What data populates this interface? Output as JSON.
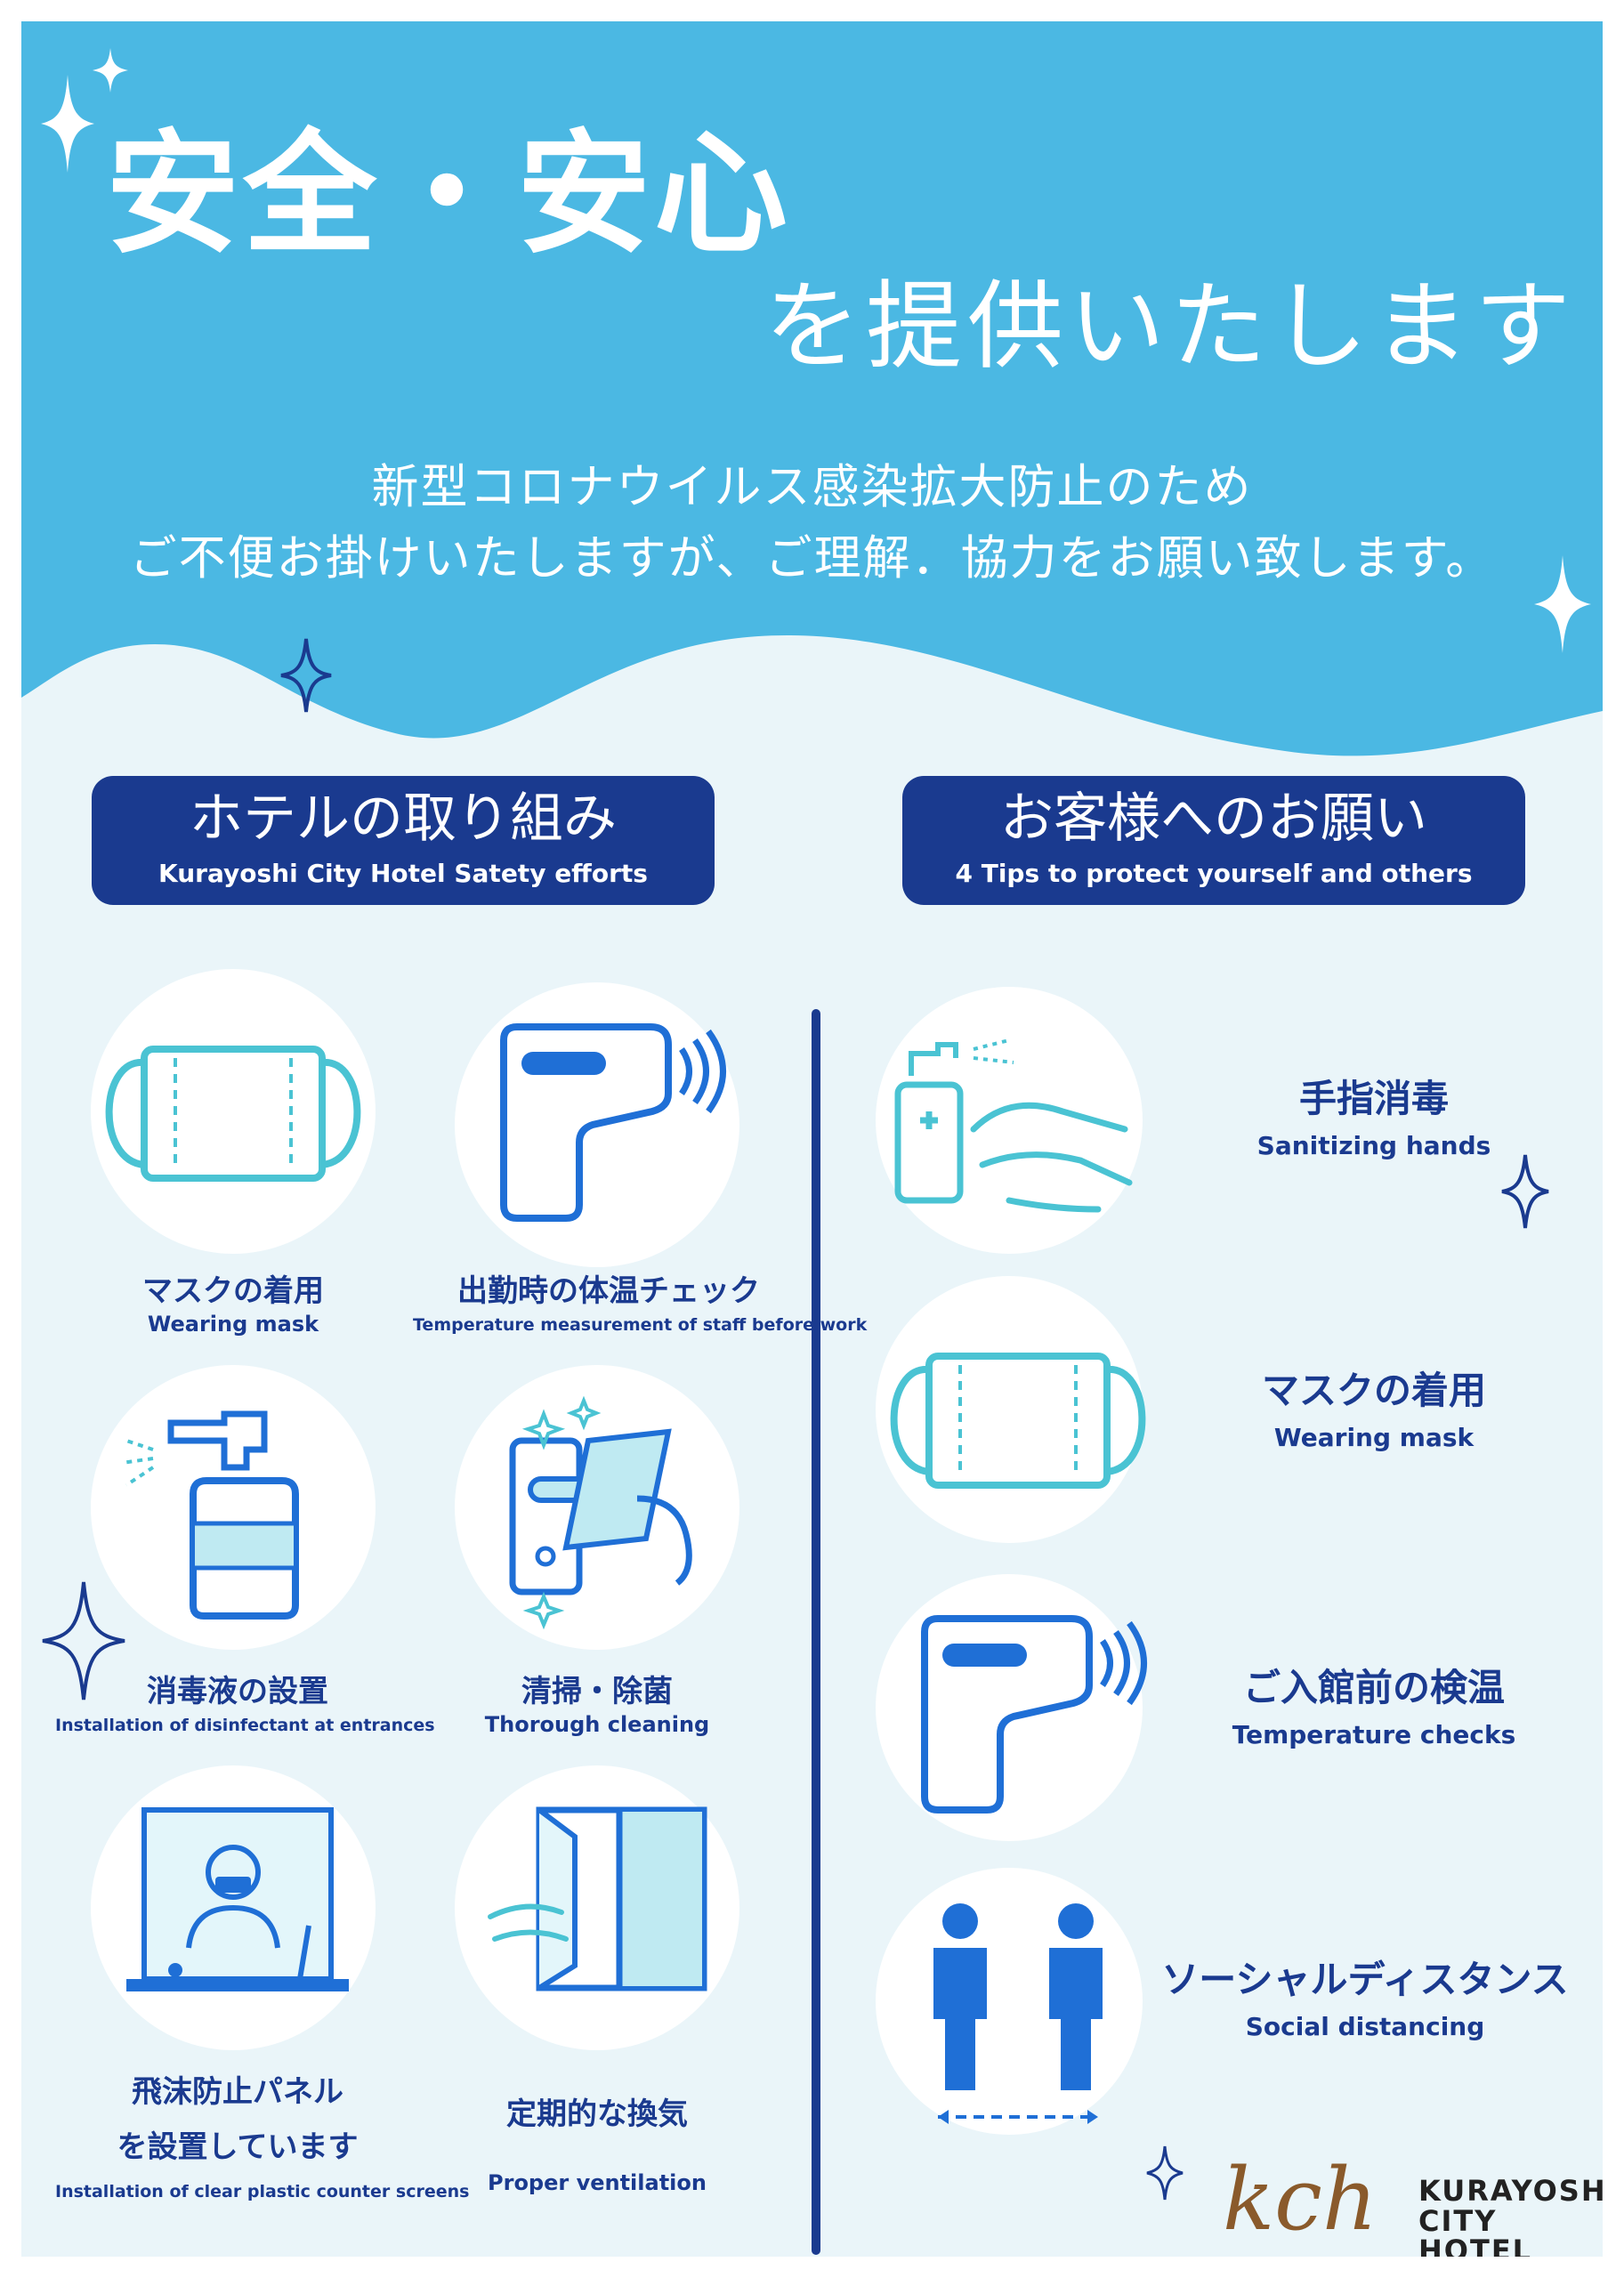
{
  "hero": {
    "title_line1": "安全・安心",
    "title_line2": "を提供いたします",
    "subtitle_line1": "新型コロナウイルス感染拡大防止のため",
    "subtitle_line2": "ご不便お掛けいたしますが、ご理解．協力をお願い致します。"
  },
  "left_section": {
    "title_jp": "ホテルの取り組み",
    "title_en": "Kurayoshi City Hotel Satety efforts",
    "items": [
      {
        "jp": "マスクの着用",
        "en": "Wearing mask",
        "icon": "mask-icon"
      },
      {
        "jp": "出勤時の体温チェック",
        "en": "Temperature measurement of staff before work",
        "icon": "thermometer-gun-icon"
      },
      {
        "jp": "消毒液の設置",
        "en": "Installation of disinfectant at entrances",
        "icon": "sanitizer-bottle-icon"
      },
      {
        "jp": "清掃・除菌",
        "en": "Thorough cleaning",
        "icon": "cleaning-door-handle-icon"
      },
      {
        "jp_line1": "飛沫防止パネル",
        "jp_line2": "を設置しています",
        "en": "Installation of clear plastic counter screens",
        "icon": "counter-screen-icon"
      },
      {
        "jp": "定期的な換気",
        "en": "Proper ventilation",
        "icon": "window-ventilation-icon"
      }
    ]
  },
  "right_section": {
    "title_jp": "お客様へのお願い",
    "title_en": "4 Tips to protect yourself and others",
    "items": [
      {
        "jp": "手指消毒",
        "en": "Sanitizing hands",
        "icon": "hand-sanitizing-icon"
      },
      {
        "jp": "マスクの着用",
        "en": "Wearing mask",
        "icon": "mask-icon"
      },
      {
        "jp": "ご入館前の検温",
        "en": "Temperature checks",
        "icon": "thermometer-gun-icon"
      },
      {
        "jp": "ソーシャルディスタンス",
        "en": "Social distancing",
        "icon": "social-distancing-icon"
      }
    ]
  },
  "logo": {
    "mark": "kch",
    "line1": "KURAYOSHI",
    "line2": "CITY HOTEL"
  },
  "colors": {
    "sky_blue": "#4bb8e3",
    "navy": "#1a3a8f",
    "background": "#eaf5f9",
    "icon_blue": "#1f6fd6",
    "icon_cyan": "#4ac3d3"
  }
}
